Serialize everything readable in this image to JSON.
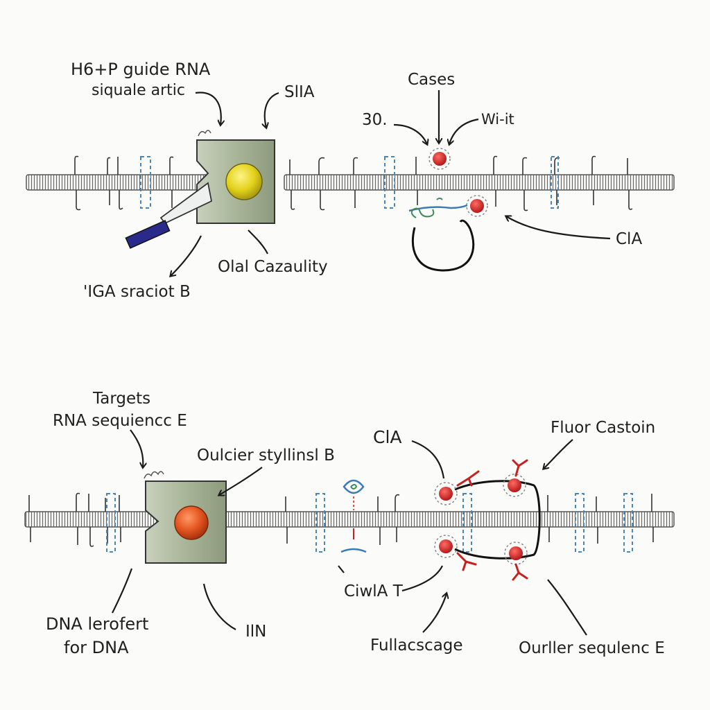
{
  "diagram": {
    "top": {
      "labels": {
        "guide_rna_line1": "H6+P guide RNA",
        "guide_rna_line2": "siquale artic",
        "sila": "SlIA",
        "cases": "Cases",
        "num30": "30.",
        "wit": "Wi-it",
        "cia": "ClA",
        "olal": "Olal Cazaulity",
        "iga": "'IGA sraciot B"
      }
    },
    "bottom": {
      "labels": {
        "targets_line1": "Targets",
        "targets_line2": "RNA sequiencc E",
        "oulcier": "Oulcier styllinsl B",
        "cia": "ClA",
        "fluor": "Fluor Castoin",
        "ciwiat": "CiwlA T",
        "fullacscage": "Fullacscage",
        "ourller": "Ourller sequlenc E",
        "dna_line1": "DNA lerofert",
        "dna_line2": "for DNA",
        "iin": "IlN"
      }
    },
    "colors": {
      "strand": "#555555",
      "protein_fill": "#a9b598",
      "yellow_ball": "#e2d21a",
      "orange_ball": "#e2541f",
      "red_dot": "#c8201e",
      "blue_dashes": "#4a86b8",
      "green_rna": "#3e8a5a",
      "scissor_handle": "#2a2a8a"
    },
    "icons": [
      "scissors-icon",
      "cas-protein-icon",
      "fluorophore-icon"
    ]
  }
}
